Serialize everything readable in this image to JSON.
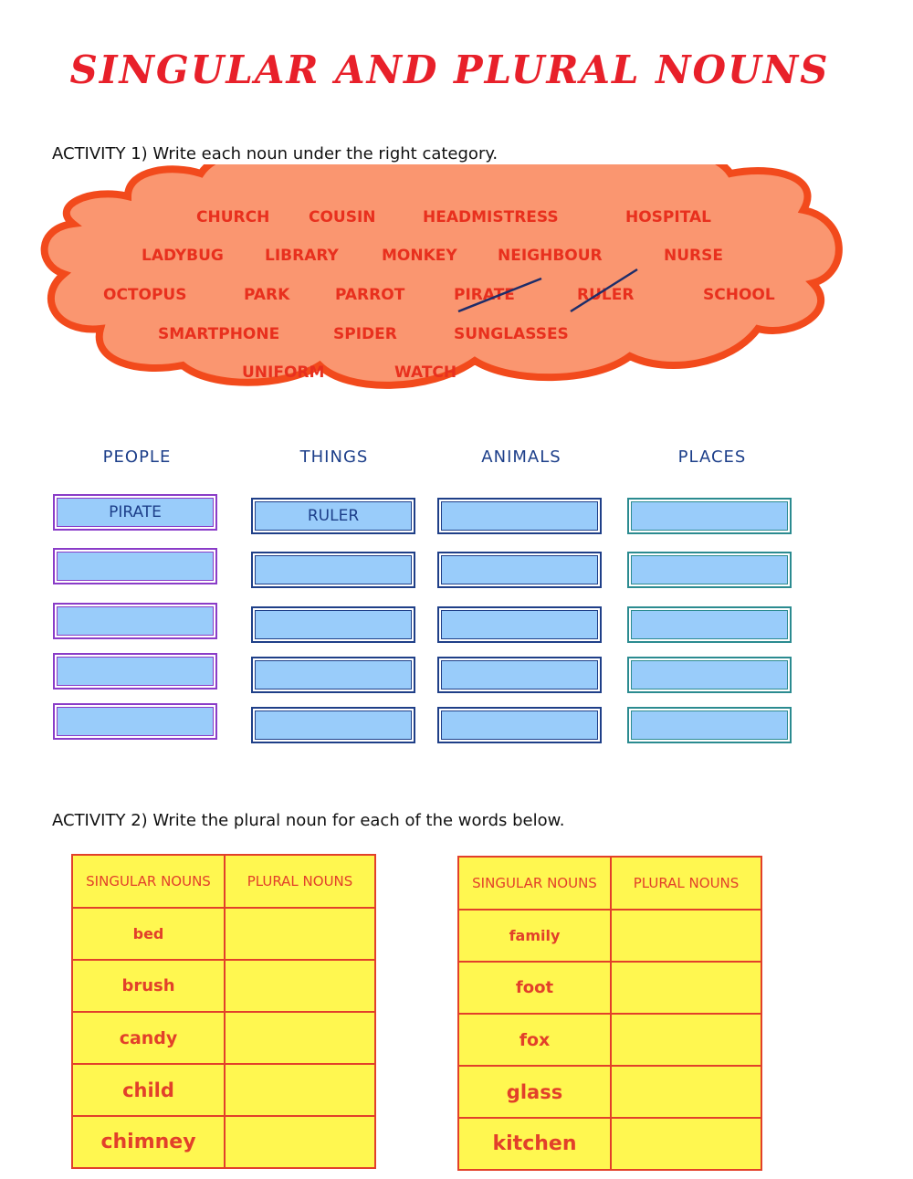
{
  "title": "SINGULAR AND PLURAL NOUNS",
  "activity1": {
    "instruction": "ACTIVITY 1) Write each noun under the right category.",
    "words": [
      "CHURCH",
      "COUSIN",
      "HEADMISTRESS",
      "HOSPITAL",
      "LADYBUG",
      "LIBRARY",
      "MONKEY",
      "NEIGHBOUR",
      "NURSE",
      "OCTOPUS",
      "PARK",
      "PARROT",
      "PIRATE",
      "RULER",
      "SCHOOL",
      "SMARTPHONE",
      "SPIDER",
      "SUNGLASSES",
      "UNIFORM",
      "WATCH"
    ],
    "crossed_out": [
      "PIRATE",
      "RULER"
    ],
    "categories": [
      "PEOPLE",
      "THINGS",
      "ANIMALS",
      "PLACES"
    ],
    "answers": {
      "people": [
        "PIRATE",
        "",
        "",
        "",
        ""
      ],
      "things": [
        "RULER",
        "",
        "",
        "",
        ""
      ],
      "animals": [
        "",
        "",
        "",
        "",
        ""
      ],
      "places": [
        "",
        "",
        "",
        "",
        ""
      ]
    }
  },
  "activity2": {
    "instruction": "ACTIVITY 2) Write the plural noun for each of the words below.",
    "col_singular": "SINGULAR NOUNS",
    "col_plural": "PLURAL NOUNS",
    "table_left": [
      "bed",
      "brush",
      "candy",
      "child",
      "chimney"
    ],
    "table_right": [
      "family",
      "foot",
      "fox",
      "glass",
      "kitchen"
    ]
  },
  "colors": {
    "title": "#e8202a",
    "cloud_fill": "#fa9670",
    "cloud_stroke": "#f24a1c",
    "slot_fill": "#99ccfa",
    "table_fill": "#fff750"
  }
}
